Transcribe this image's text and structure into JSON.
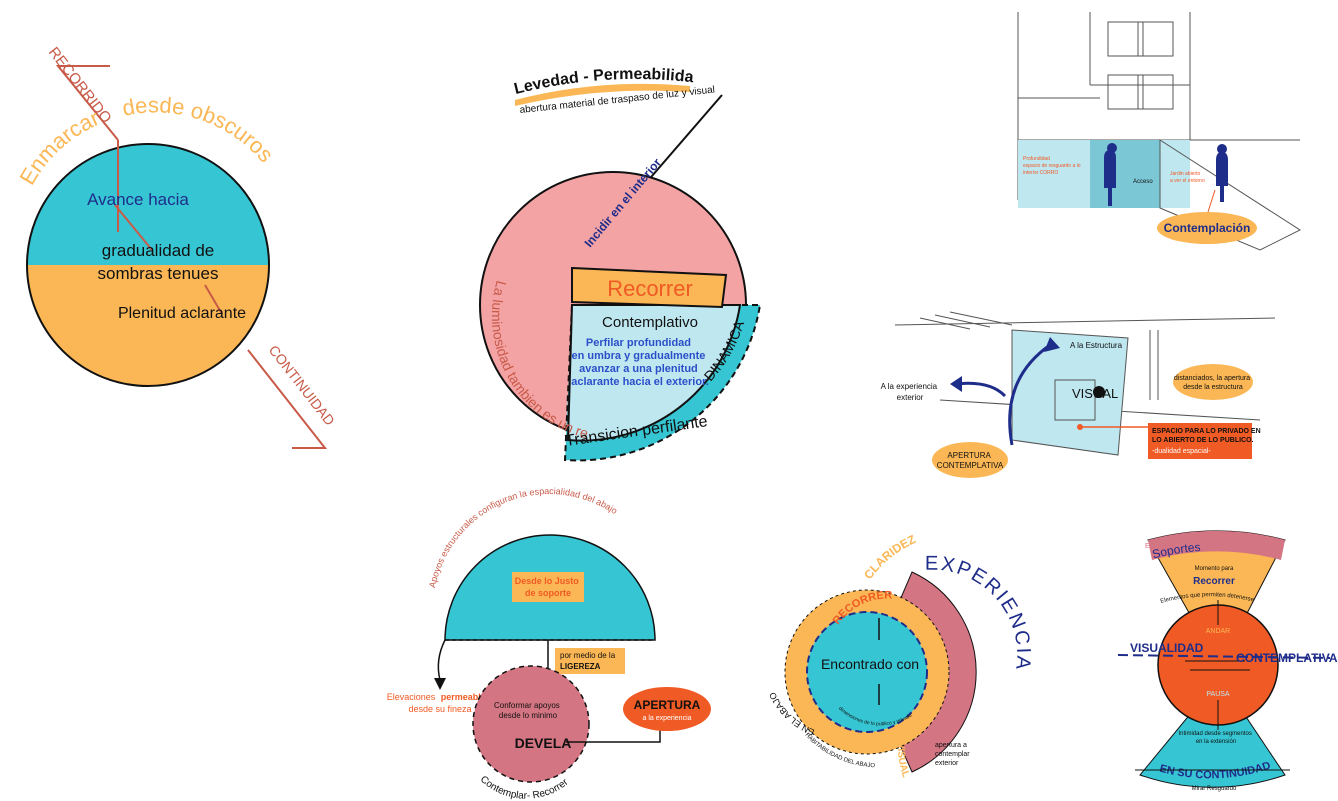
{
  "colors": {
    "teal": "#36c6d3",
    "orange": "#fbb755",
    "salmon": "#f4a3a5",
    "lightblue": "#bfe7f0",
    "rose": "#d47583",
    "redOrange": "#f05a24",
    "darkred": "#c85a48",
    "navy": "#1f2d8a",
    "black": "#111111"
  },
  "d1": {
    "recorrido": "RECORRIDO",
    "enmarcar": "Enmarcar",
    "desde_obscuros": "desde obscuros",
    "avance": "Avance hacia",
    "grad1": "gradualidad de",
    "grad2": "sombras tenues",
    "plenitud": "Plenitud aclarante",
    "continuidad": "CONTINUIDAD"
  },
  "d2": {
    "title": "Levedad - Permeabilidad",
    "subtitle": "abertura material de traspaso de luz y visual",
    "incidir": "Incidir en el interior",
    "luminosidad": "La luminosidad tambien es un recorrido",
    "recorrer": "Recorrer",
    "contemplativo": "Contemplativo",
    "perfilar": [
      "Perfilar profundidad",
      "en umbra y gradualmente",
      "avanzar a una plenitud",
      "aclarante hacia el exterior."
    ],
    "dinamica": "DINAMICA",
    "transicion": "Transicion perfilante"
  },
  "d3": {
    "prof": [
      "Profundidad",
      "espacio de resguardo a lo",
      "interior CORRO"
    ],
    "acceso": "Acceso",
    "jardin": [
      "Jardin abierto",
      "a ver el entorno"
    ],
    "contemplacion": "Contemplación"
  },
  "d4": {
    "estructura": "A la Estructura",
    "experiencia": [
      "A la experiencia",
      "exterior"
    ],
    "distanciados": [
      "distanciados, la apertura",
      "desde la estructura"
    ],
    "visual": "VISUAL",
    "espacio": [
      "ESPACIO PARA LO PRIVADO EN",
      "LO ABIERTO DE LO PUBLICO."
    ],
    "dualidad": "-dualidad espacial-",
    "apertura": [
      "APERTURA",
      "CONTEMPLATIVA"
    ]
  },
  "d5": {
    "arc": "Apoyos estructurales configuran la espacialidad del abajo",
    "justo": [
      "Desde lo Justo",
      "de soporte"
    ],
    "ligereza": [
      "por medio de la",
      "LIGEREZA"
    ],
    "elevaciones": [
      "Elevaciones",
      "permeables",
      "desde su fineza"
    ],
    "conformar": [
      "Conformar apoyos",
      "desde lo minimo"
    ],
    "devela": "DEVELA",
    "contemplar": "Contemplar- Recorrer",
    "apertura": "APERTURA",
    "apertura_sub": "a la experiencia"
  },
  "d6": {
    "claridez": "CLARIDEZ",
    "experiencia": "EXPERIENCIA",
    "recorrer": "RECORRER",
    "encontrado": "Encontrado con",
    "en_el_abajo": "EN EL ABAJO",
    "habitabilidad": "HABITABILIDAD DEL ABAJO",
    "visual": "VISUAL",
    "dimensiones": "dimensiones de lo publico y privado",
    "apertura": [
      "apertura a",
      "contemplar",
      "exterior"
    ]
  },
  "d7": {
    "extension": "Extensión",
    "soportes": "Soportes",
    "momento": [
      "Momento para"
    ],
    "recorrer": "Recorrer",
    "elementos": "Elementos que permiten detenerse",
    "andar": "ANDAR",
    "visualidad": "VISUALIDAD",
    "contemplativa": "CONTEMPLATIVA",
    "pausa": "PAUSA",
    "intimidad": [
      "Intimidad desde segmentos",
      "en la extensión"
    ],
    "continuidad": "EN SU CONTINUIDAD",
    "resguardo": "Mirar Resguardo"
  }
}
